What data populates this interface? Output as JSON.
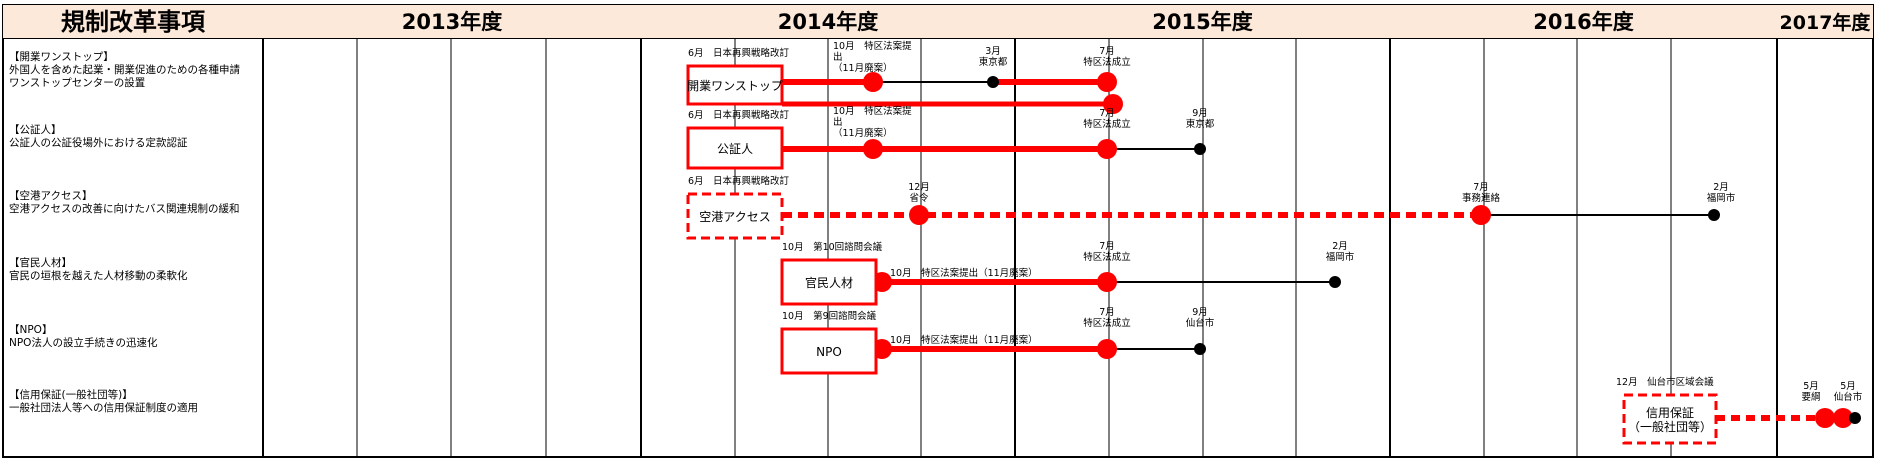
{
  "header": {
    "title": "規制改革事項",
    "years": [
      "2013年度",
      "2014年度",
      "2015年度",
      "2016年度",
      "2017年度"
    ]
  },
  "rows": [
    {
      "lines": [
        "【開業ワンストップ】",
        "外国人を含めた起業・開業促進のための各種申請",
        "ワンストップセンターの設置"
      ]
    },
    {
      "lines": [
        "【公証人】",
        "公証人の公証役場外における定款認証"
      ]
    },
    {
      "lines": [
        "【空港アクセス】",
        "空港アクセスの改善に向けたバス関連規制の緩和"
      ]
    },
    {
      "lines": [
        "【官民人材】",
        "官民の垣根を越えた人材移動の柔軟化"
      ]
    },
    {
      "lines": [
        "【NPO】",
        "NPO法人の設立手続きの迅速化"
      ]
    },
    {
      "lines": [
        "【信用保証(一般社団等)】",
        "一般社団法人等への信用保証制度の適用"
      ]
    }
  ],
  "boxes": [
    {
      "text": [
        "開業ワンストップ"
      ],
      "caption": "6月　日本再興戦略改訂"
    },
    {
      "text": [
        "公証人"
      ],
      "caption": "6月　日本再興戦略改訂"
    },
    {
      "text": [
        "空港アクセス"
      ],
      "caption": "6月　日本再興戦略改訂"
    },
    {
      "text": [
        "官民人材"
      ],
      "caption": "10月　第10回諮問会議"
    },
    {
      "text": [
        "NPO"
      ],
      "caption": "10月　第9回諮問会議"
    },
    {
      "text": [
        "信用保証",
        "（一般社団等）"
      ],
      "caption": "12月　仙台市区域会議"
    }
  ],
  "annotations": [
    {
      "lines": [
        "10月　特区法案提",
        "出",
        "（11月廃案）"
      ]
    },
    {
      "lines": [
        "3月",
        "東京都"
      ]
    },
    {
      "lines": [
        "7月",
        "特区法成立"
      ]
    },
    {
      "lines": [
        "10月　特区法案提",
        "出",
        "（11月廃案）"
      ]
    },
    {
      "lines": [
        "7月",
        "特区法成立"
      ]
    },
    {
      "lines": [
        "9月",
        "東京都"
      ]
    },
    {
      "lines": [
        "12月",
        "省令"
      ]
    },
    {
      "lines": [
        "7月",
        "事務連絡"
      ]
    },
    {
      "lines": [
        "2月",
        "福岡市"
      ]
    },
    {
      "lines": [
        "10月　特区法案提出（11月廃案）"
      ]
    },
    {
      "lines": [
        "7月",
        "特区法成立"
      ]
    },
    {
      "lines": [
        "2月",
        "福岡市"
      ]
    },
    {
      "lines": [
        "10月　特区法案提出（11月廃案）"
      ]
    },
    {
      "lines": [
        "7月",
        "特区法成立"
      ]
    },
    {
      "lines": [
        "9月",
        "仙台市"
      ]
    },
    {
      "lines": [
        "5月",
        "要綱"
      ]
    },
    {
      "lines": [
        "5月",
        "仙台市"
      ]
    }
  ],
  "colors": {
    "accent": "#ff0000",
    "header_bg": "#fde9d9",
    "line": "#000000"
  }
}
